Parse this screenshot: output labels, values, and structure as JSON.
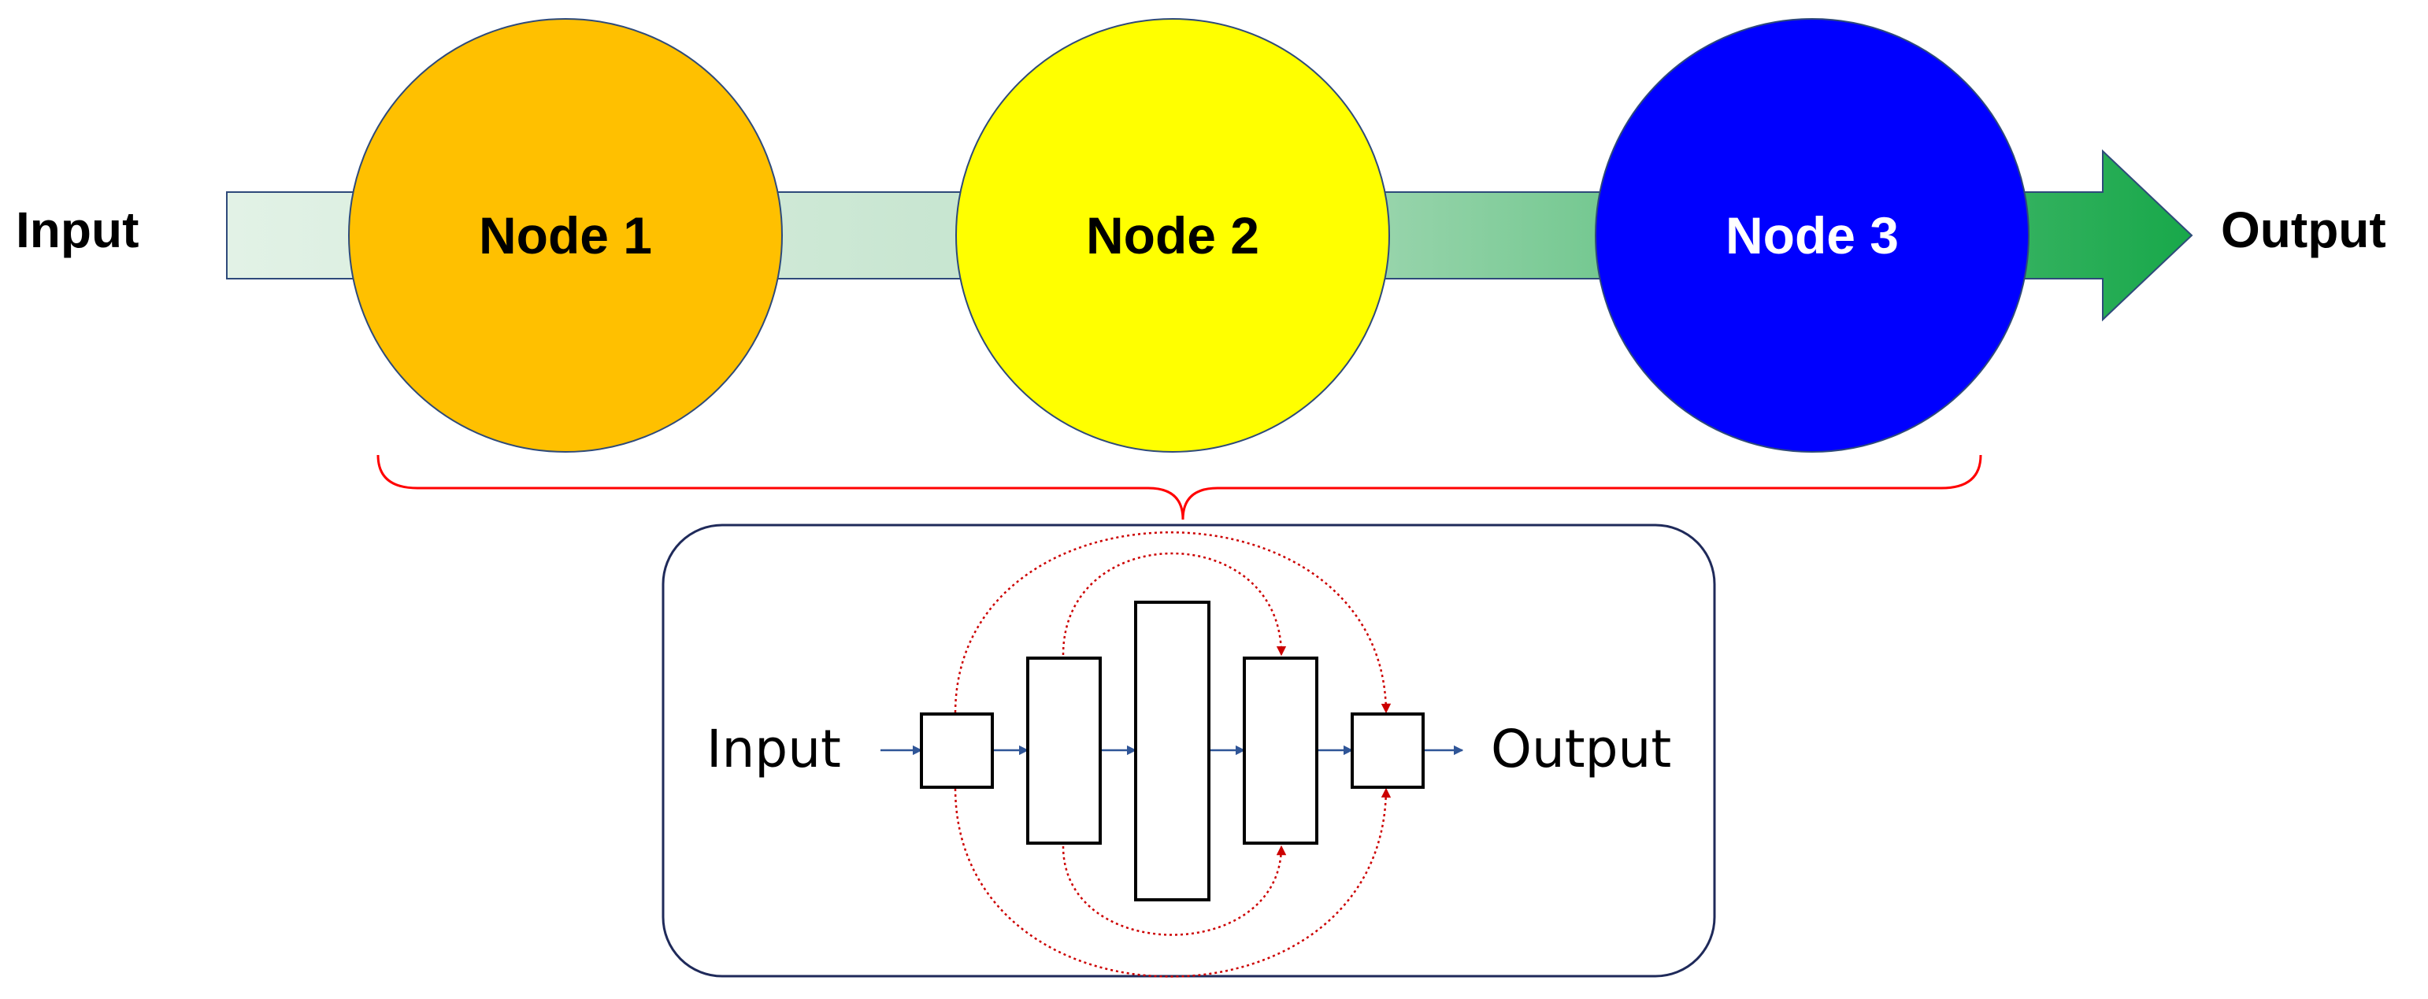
{
  "top": {
    "input_label": "Input",
    "output_label": "Output",
    "nodes": [
      {
        "label": "Node 1",
        "fill": "#FFC000",
        "text_color": "#000000"
      },
      {
        "label": "Node 2",
        "fill": "#FFFF00",
        "text_color": "#000000"
      },
      {
        "label": "Node 3",
        "fill": "#0000FF",
        "text_color": "#FFFFFF"
      }
    ],
    "arrow_colors": {
      "start": "#E2F2E6",
      "end": "#18A84A"
    },
    "brace_color": "#FF0000"
  },
  "detail": {
    "input_label": "Input",
    "output_label": "Output",
    "box_border_color": "#1F2A5A",
    "skip_connection_color": "#CC0000",
    "flow_arrow_color": "#2F5597"
  }
}
